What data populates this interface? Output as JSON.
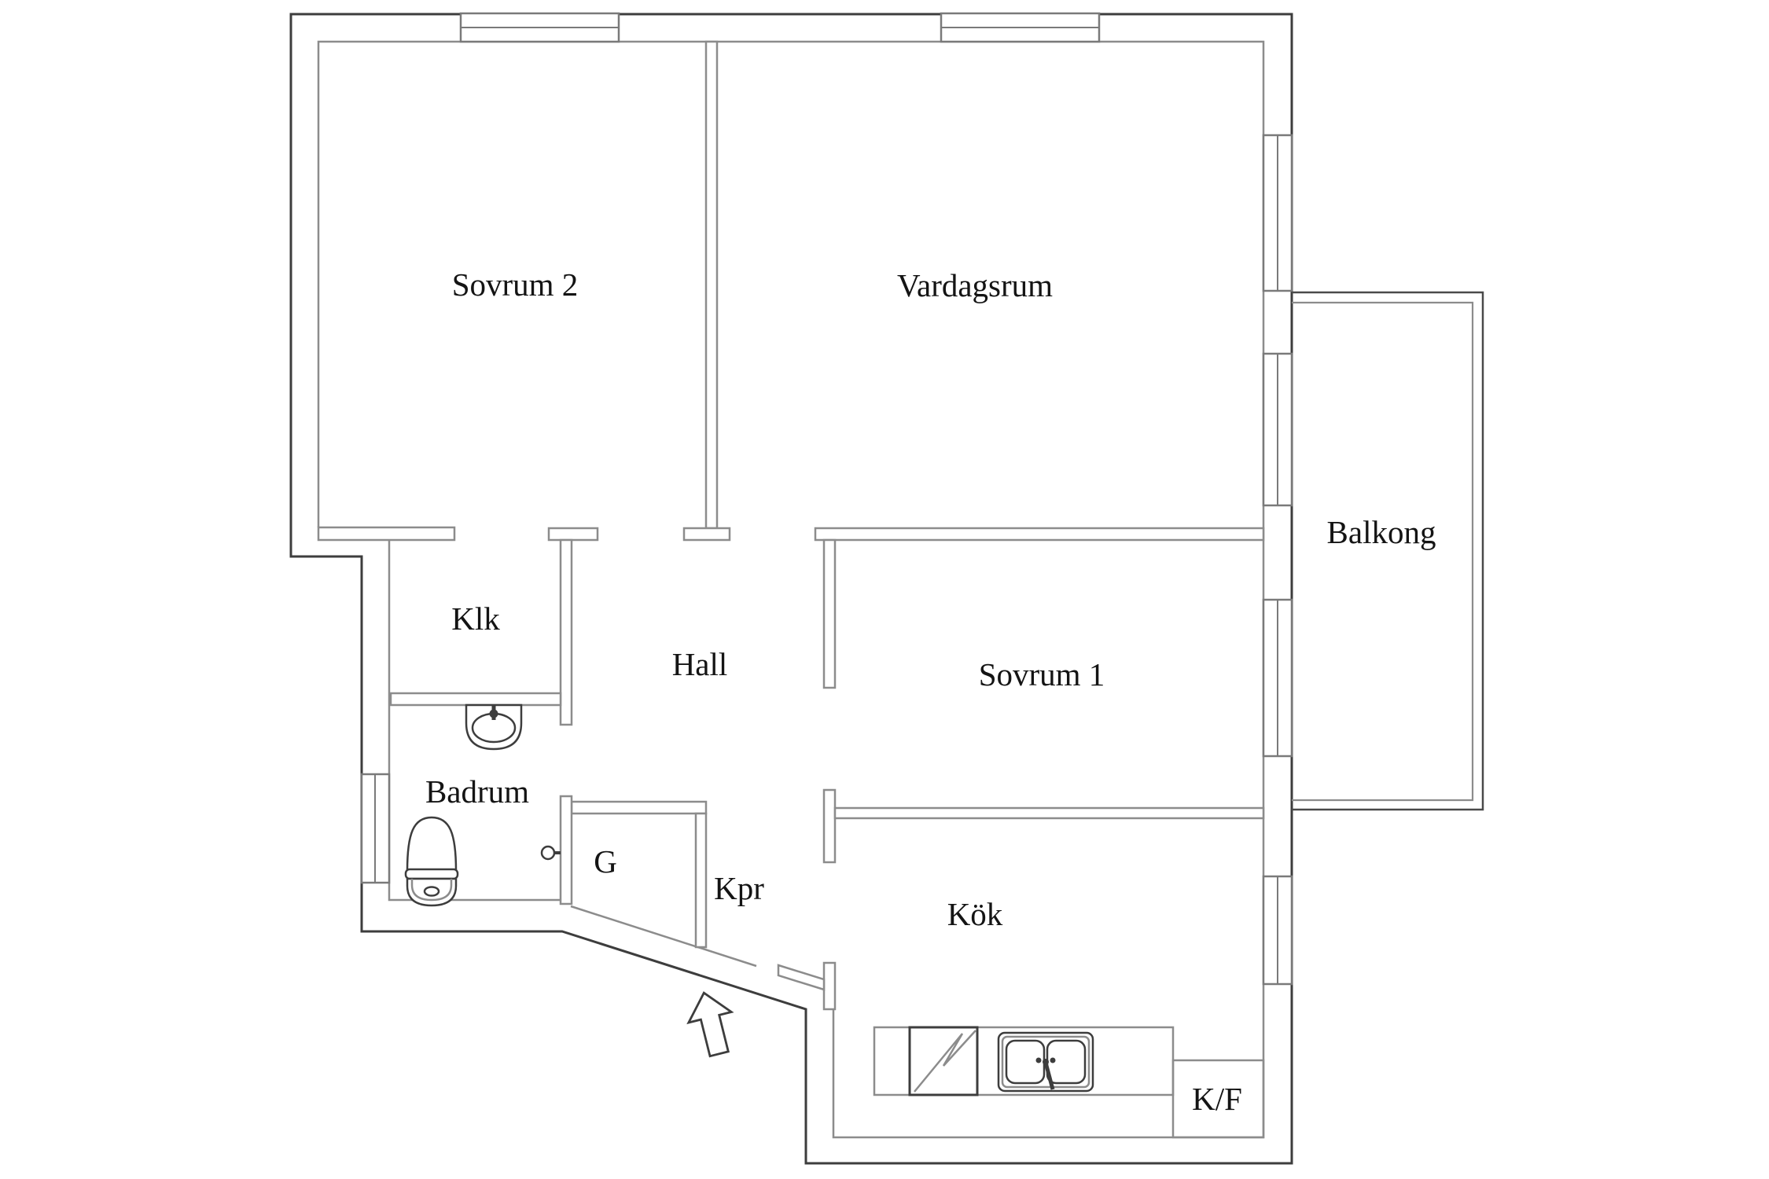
{
  "floor_plan": {
    "kind": "apartment floor plan",
    "background_color": "#ffffff",
    "wall_color": "#3d3d3d",
    "partition_color": "#8c8c8c",
    "label_color": "#141414",
    "rooms": [
      {
        "id": "sovrum2",
        "label": "Sovrum 2"
      },
      {
        "id": "vardagsrum",
        "label": "Vardagsrum"
      },
      {
        "id": "balkong",
        "label": "Balkong"
      },
      {
        "id": "klk",
        "label": "Klk"
      },
      {
        "id": "hall",
        "label": "Hall"
      },
      {
        "id": "sovrum1",
        "label": "Sovrum 1"
      },
      {
        "id": "badrum",
        "label": "Badrum"
      },
      {
        "id": "g",
        "label": "G"
      },
      {
        "id": "kpr",
        "label": "Kpr"
      },
      {
        "id": "kok",
        "label": "Kök"
      }
    ],
    "kitchen_unit_label": "K/F",
    "fixtures": [
      "bathroom-sink",
      "toilet",
      "stove",
      "kitchen-double-sink",
      "fridge-freezer-box",
      "door-leaf-with-knob",
      "entrance-door-leaf",
      "entrance-arrow"
    ],
    "window_count": 7
  }
}
